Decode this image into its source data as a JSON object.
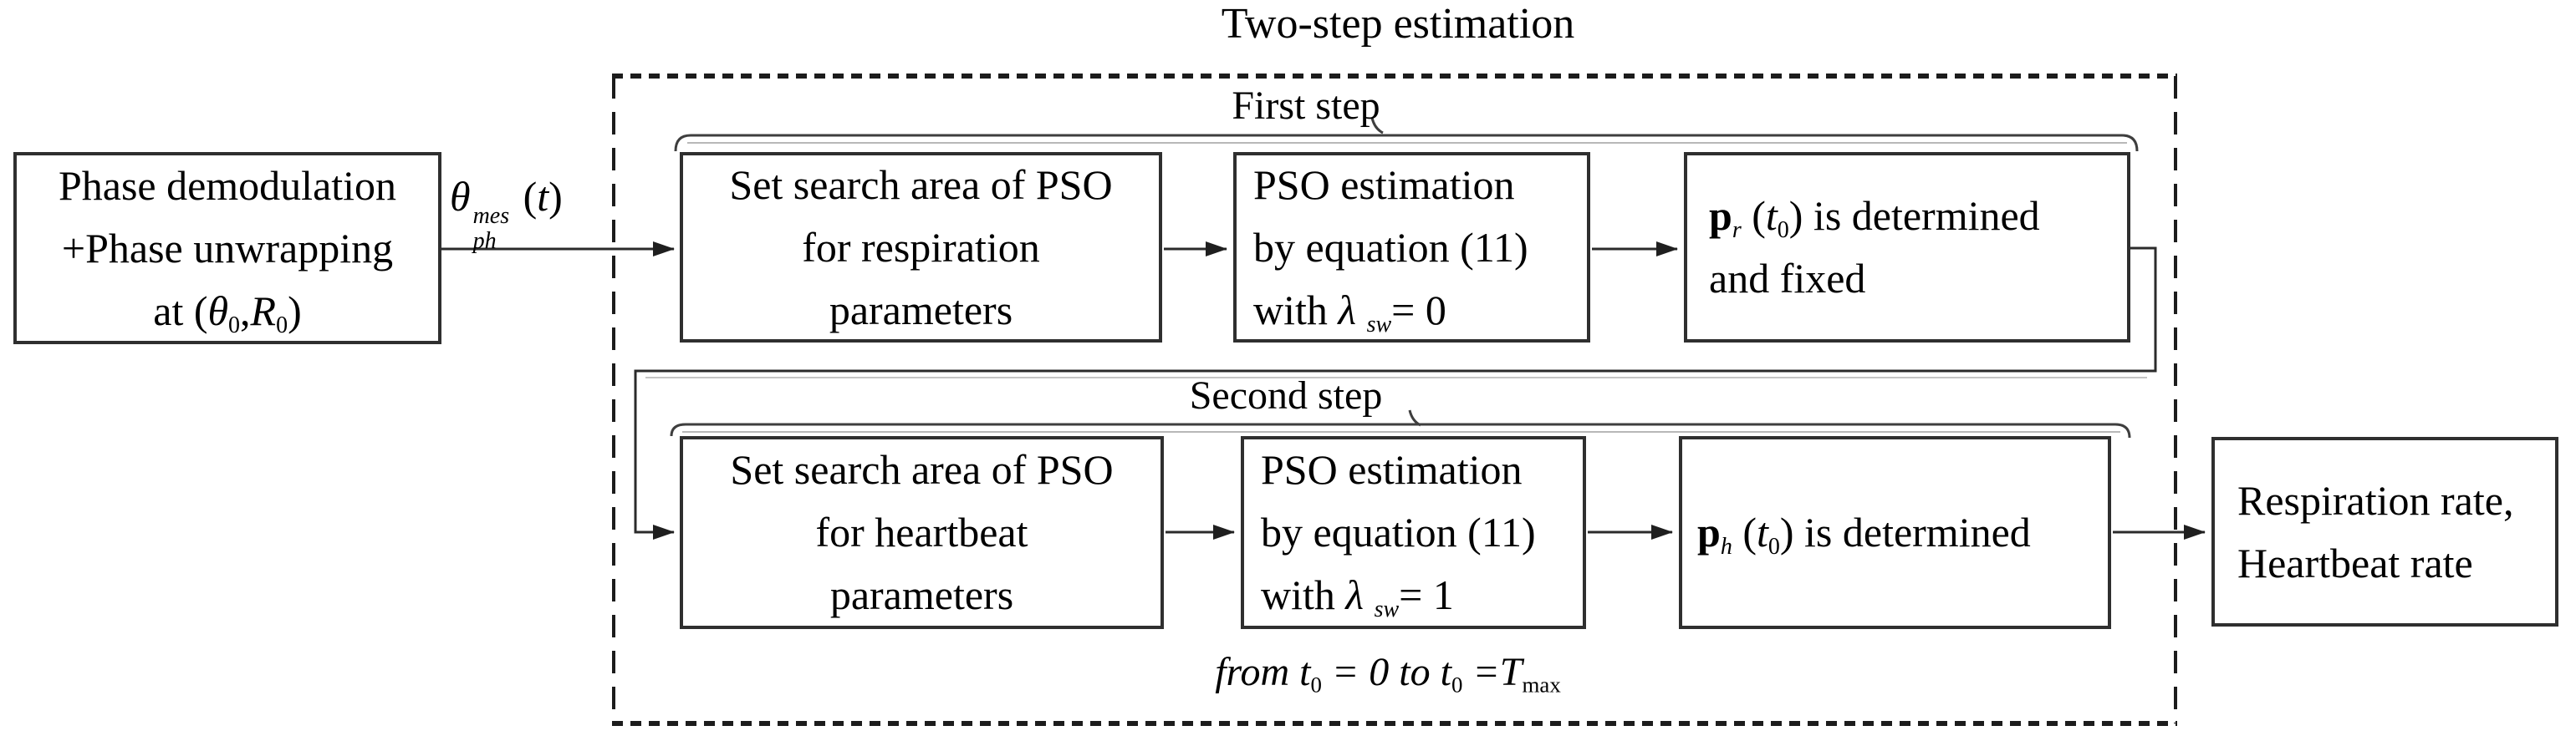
{
  "diagram": {
    "title": "Two-step estimation",
    "first_step_label": "First step",
    "second_step_label": "Second step",
    "input_box": {
      "line1": "Phase demodulation",
      "line2": "+Phase unwrapping",
      "line3": [
        {
          "t": "at ("
        },
        {
          "t": "θ",
          "i": true
        },
        {
          "t": "0",
          "sub": true
        },
        {
          "t": ","
        },
        {
          "t": "R",
          "i": true
        },
        {
          "t": "0",
          "sub": true
        },
        {
          "t": ")"
        }
      ]
    },
    "signal_label": [
      {
        "t": "θ",
        "i": true
      },
      {
        "stack": [
          "mes",
          "ph"
        ],
        "i": true
      },
      {
        "t": " ("
      },
      {
        "t": "t",
        "i": true
      },
      {
        "t": ")"
      }
    ],
    "first_step": {
      "set_search_box": {
        "line1": "Set search area of PSO",
        "line2": "for respiration",
        "line3": "parameters"
      },
      "pso_box": {
        "line1": "PSO estimation",
        "line2": "by equation (11)",
        "line3": [
          {
            "t": "with "
          },
          {
            "t": "λ",
            "i": true
          },
          {
            "t": " "
          },
          {
            "t": "sw",
            "sub": true,
            "i": true
          },
          {
            "t": "= 0"
          }
        ]
      },
      "result_box": {
        "line1": [
          {
            "t": "p",
            "b": true
          },
          {
            "t": "r",
            "sub": true,
            "i": true
          },
          {
            "t": " ("
          },
          {
            "t": "t",
            "i": true
          },
          {
            "t": "0",
            "sub": true
          },
          {
            "t": ") is determined"
          }
        ],
        "line2": "and fixed"
      }
    },
    "second_step": {
      "set_search_box": {
        "line1": "Set search area of PSO",
        "line2": "for heartbeat",
        "line3": "parameters"
      },
      "pso_box": {
        "line1": "PSO estimation",
        "line2": "by equation (11)",
        "line3": [
          {
            "t": "with "
          },
          {
            "t": "λ",
            "i": true
          },
          {
            "t": " "
          },
          {
            "t": "sw",
            "sub": true,
            "i": true
          },
          {
            "t": "= 1"
          }
        ]
      },
      "result_box": {
        "line1": [
          {
            "t": "p",
            "b": true
          },
          {
            "t": "h",
            "sub": true,
            "i": true
          },
          {
            "t": " ("
          },
          {
            "t": "t",
            "i": true
          },
          {
            "t": "0",
            "sub": true
          },
          {
            "t": ") is determined"
          }
        ]
      }
    },
    "loop_label": [
      {
        "t": "from ",
        "i": true
      },
      {
        "t": "t",
        "i": true
      },
      {
        "t": "0",
        "sub": true
      },
      {
        "t": " = 0 ",
        "i": true
      },
      {
        "t": "to ",
        "i": true
      },
      {
        "t": "t",
        "i": true
      },
      {
        "t": "0",
        "sub": true
      },
      {
        "t": " =",
        "i": true
      },
      {
        "t": "T",
        "i": true
      },
      {
        "t": "max",
        "sub": true
      }
    ],
    "output_box": {
      "line1": "Respiration rate,",
      "line2": "Heartbeat rate"
    },
    "colors": {
      "line": "#2b2b2b",
      "box_border": "#2f2f2f",
      "bracket": "#3e3e3e",
      "bracket_shadow": "#b8b8b8",
      "background": "#ffffff",
      "text": "#000000"
    }
  }
}
